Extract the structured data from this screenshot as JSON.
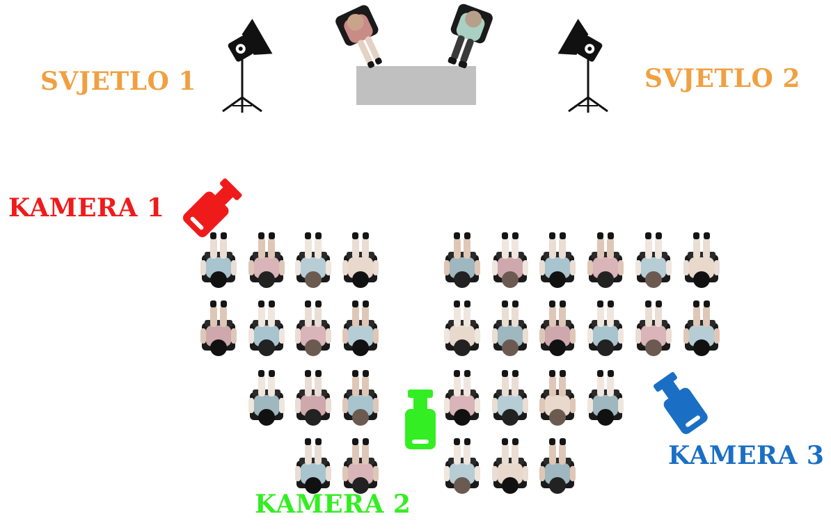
{
  "labels": {
    "light_1": "SVJETLO 1",
    "light_2": "SVJETLO 2",
    "camera_1": "KAMERA 1",
    "camera_2": "KAMERA 2",
    "camera_3": "KAMERA 3"
  },
  "colors": {
    "light": "#f0a040",
    "camera_1": "#ef1b1b",
    "camera_2": "#33ee22",
    "camera_3": "#1a6fc4",
    "table": "#c0c0c0",
    "chair": "#1a1a1a"
  },
  "icons": {
    "light": "studio-light-icon",
    "camera": "video-camera-icon",
    "person": "seated-person-icon",
    "table": "table-icon"
  }
}
